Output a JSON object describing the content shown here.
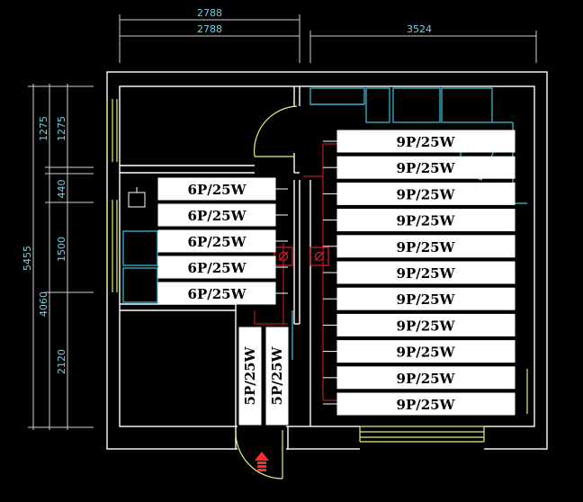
{
  "dimensions": {
    "top_outer": "2788",
    "top_inner_left": "2788",
    "top_inner_right": "3524",
    "left_total": "5455",
    "left_upper": "4060",
    "left_seg_1": "1275",
    "left_seg_2": "1275",
    "left_seg_3": "440",
    "left_seg_4": "1500",
    "left_seg_5": "2120"
  },
  "bays": {
    "right": {
      "label": "9P/25W",
      "count": 11
    },
    "middle": {
      "label": "6P/25W",
      "count": 5
    },
    "lower": {
      "label": "5P/25W",
      "count": 2
    }
  },
  "colors": {
    "wall": "#ffffff",
    "door": "#e6f07a",
    "pipe": "#e02020",
    "fixture": "#39c8e0",
    "dimension": "#6fd3e8",
    "exit_arrow": "#ff2a2a"
  },
  "icons": {
    "valve": "valve-icon",
    "exit": "exit-arrow-icon"
  }
}
